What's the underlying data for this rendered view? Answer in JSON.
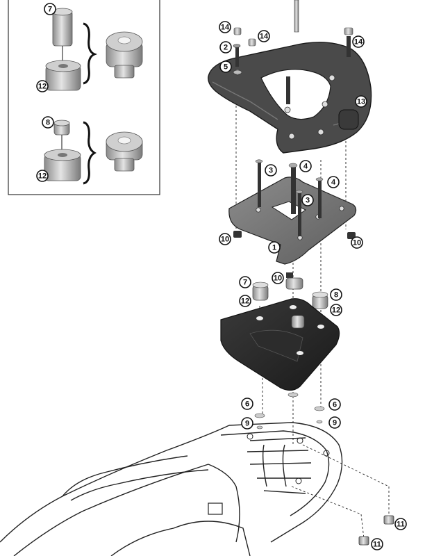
{
  "diagram": {
    "type": "exploded-parts-assembly",
    "callouts": {
      "inset_spacer_long": "7",
      "inset_base_long": "12",
      "inset_spacer_short": "8",
      "inset_base_short": "12",
      "top_nut_left": "14",
      "top_nut_mid": "14",
      "top_nut_right": "14",
      "top_bolt": "2",
      "top_washer": "5",
      "plate_cap": "13",
      "mid_bolt_left": "3",
      "mid_bolt_center_top": "4",
      "mid_bolt_center_low": "3",
      "mid_bolt_right": "4",
      "plate_nut_left": "10",
      "plate_nut_right": "10",
      "plate_main": "1",
      "spacer_nut": "10",
      "spacer_left_top": "7",
      "spacer_left_base": "12",
      "spacer_right_top": "8",
      "spacer_right_base": "12",
      "washer_left": "6",
      "washer_right": "6",
      "small_washer_left": "9",
      "small_washer_right": "9",
      "frame_nut_upper": "11",
      "frame_nut_lower": "11"
    }
  }
}
